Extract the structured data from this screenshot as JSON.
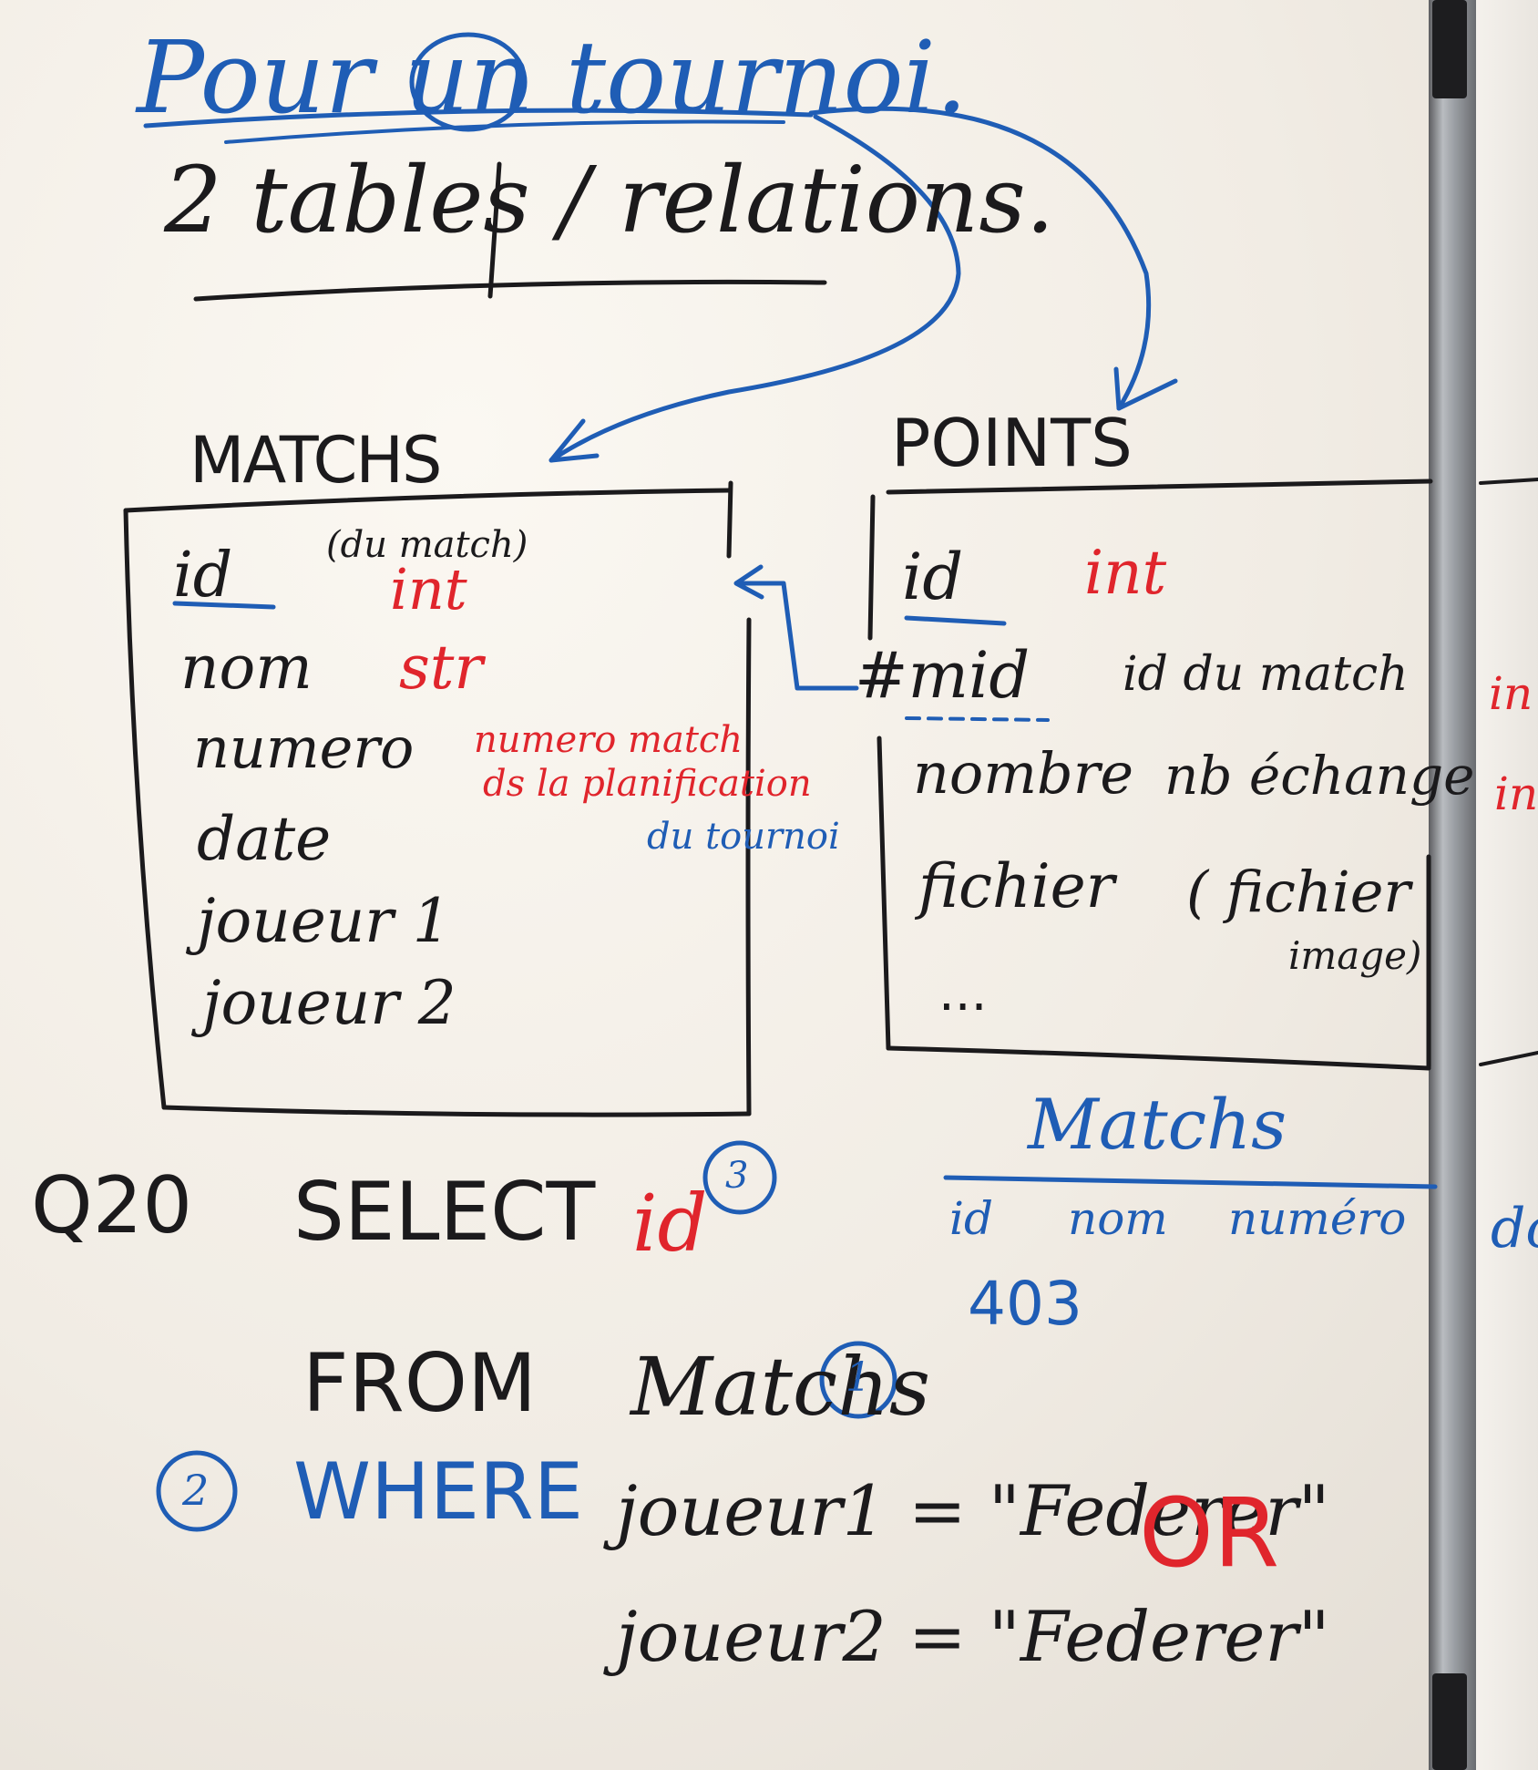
{
  "board": {
    "title": "Pour un tournoi.",
    "subtitle": "2 tables / relations."
  },
  "matchs_table": {
    "heading": "MATCHS",
    "note_du_match": "(du match)",
    "rows": [
      {
        "name": "id",
        "type": "int"
      },
      {
        "name": "nom",
        "type": "str"
      },
      {
        "name": "numero",
        "type": ""
      },
      {
        "name": "date",
        "type": ""
      },
      {
        "name": "joueur 1",
        "type": ""
      },
      {
        "name": "joueur 2",
        "type": ""
      }
    ],
    "numero_note_line1": "numero match",
    "numero_note_line2": "ds la planification",
    "numero_note_line3": "du tournoi"
  },
  "points_table": {
    "heading": "POINTS",
    "rows": [
      {
        "name": "id",
        "type": "int"
      },
      {
        "name": "#mid",
        "type": "id du match"
      },
      {
        "name": "nombre",
        "type": "nb échange"
      },
      {
        "name": "fichier",
        "type": "( fichier"
      },
      {
        "name": "...",
        "type": ""
      }
    ],
    "fichier_note": "image)"
  },
  "example_table": {
    "heading": "Matchs",
    "columns": [
      "id",
      "nom",
      "numéro"
    ],
    "value": "403"
  },
  "query": {
    "label": "Q20",
    "select_kw": "SELECT",
    "select_field": "id",
    "select_step": "3",
    "from_kw": "FROM",
    "from_table": "Matchs",
    "from_step": "1",
    "where_step": "2",
    "where_kw": "WHERE",
    "cond1": "joueur1 = \"Federer\"",
    "or_kw": "OR",
    "cond2": "joueur2 = \"Federer\""
  },
  "edge_text": {
    "in1": "in",
    "in2": "in",
    "do": "do"
  },
  "colors": {
    "black_marker": "#1b1a1c",
    "blue_marker": "#1f5db5",
    "red_marker": "#e0252c",
    "board": "#f4f0e9"
  }
}
